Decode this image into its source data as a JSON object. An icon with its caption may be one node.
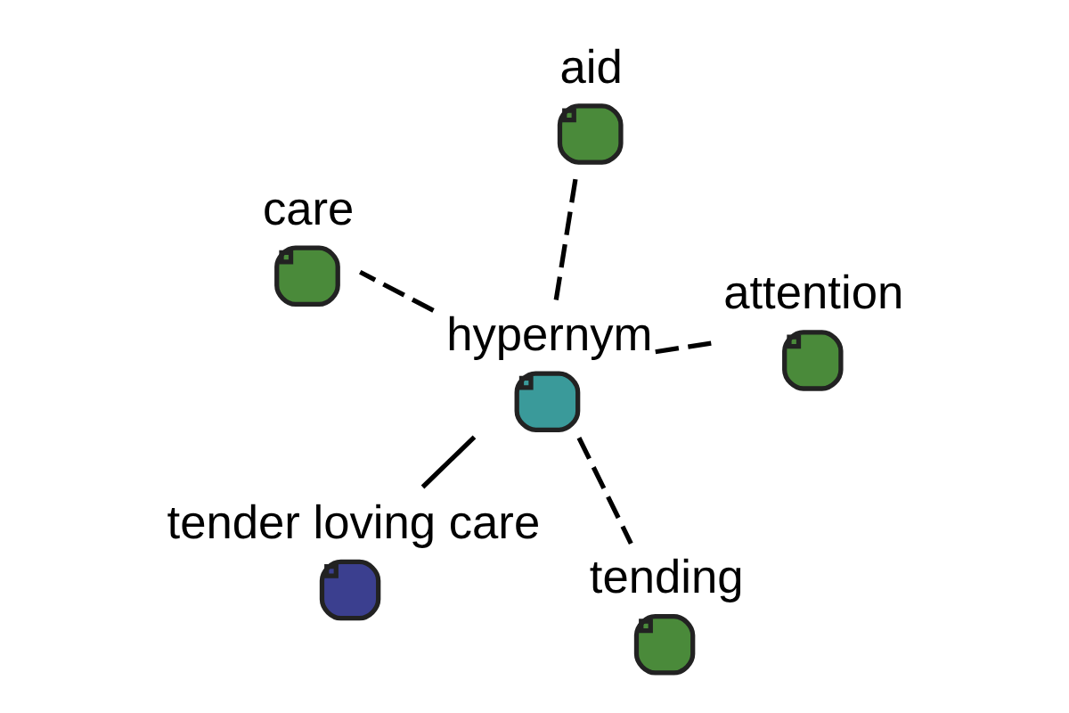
{
  "diagram": {
    "nodes": [
      {
        "text": [
          "tender loving care"
        ]
      },
      {
        "text": [
          "hypernym"
        ]
      },
      {
        "text": [
          "tending"
        ]
      },
      {
        "text": [
          "aid"
        ]
      },
      {
        "text": [
          "attention"
        ]
      },
      {
        "text": [
          "care"
        ]
      }
    ],
    "edges": [
      {
        "from": 0,
        "to": 1,
        "arrow": "none"
      },
      {
        "from": 1,
        "to": 2,
        "arrow": "none",
        "style": "dashed"
      },
      {
        "from": 1,
        "to": 3,
        "arrow": "none",
        "style": "dashed"
      },
      {
        "from": 1,
        "to": 4,
        "arrow": "none",
        "style": "dashed"
      },
      {
        "from": 1,
        "to": 5,
        "arrow": "none",
        "style": "dashed"
      }
    ]
  }
}
